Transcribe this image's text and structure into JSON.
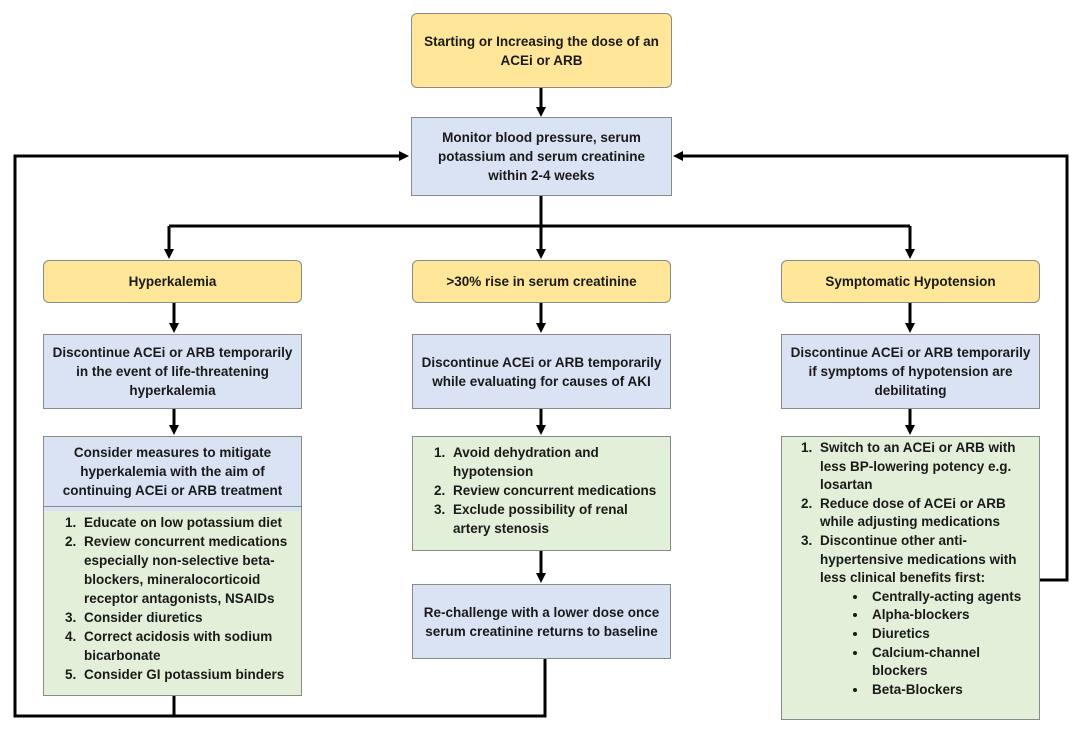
{
  "start": {
    "text": "Starting or Increasing the dose of an ACEi or ARB"
  },
  "monitor": {
    "text": "Monitor blood pressure, serum potassium and serum creatinine within 2-4 weeks"
  },
  "branches": {
    "hyperkalemia": {
      "title": "Hyperkalemia",
      "discontinue": "Discontinue ACEi or ARB temporarily in the event of life-threatening hyperkalemia",
      "measures_heading": "Consider measures to mitigate hyperkalemia with the aim of continuing ACEi or ARB treatment",
      "measures": [
        "Educate on low potassium diet",
        "Review concurrent medications especially non-selective beta-blockers, mineralocorticoid receptor antagonists, NSAIDs",
        "Consider diuretics",
        "Correct acidosis with sodium bicarbonate",
        "Consider GI potassium binders"
      ]
    },
    "creatinine": {
      "title": ">30% rise in serum creatinine",
      "discontinue": "Discontinue ACEi or ARB temporarily while evaluating for causes of AKI",
      "measures": [
        "Avoid dehydration and hypotension",
        "Review concurrent medications",
        "Exclude possibility of renal artery stenosis"
      ],
      "rechallenge": "Re-challenge with a lower dose once serum creatinine returns to baseline"
    },
    "hypotension": {
      "title": "Symptomatic Hypotension",
      "discontinue": "Discontinue ACEi or ARB temporarily if symptoms of hypotension are debilitating",
      "measures": [
        "Switch to an ACEi or ARB with less BP-lowering potency e.g. losartan",
        "Reduce dose of ACEi or ARB while adjusting medications",
        "Discontinue other anti-hypertensive medications with less clinical benefits first:"
      ],
      "agents": [
        "Centrally-acting agents",
        "Alpha-blockers",
        "Diuretics",
        "Calcium-channel blockers",
        "Beta-Blockers"
      ]
    }
  }
}
